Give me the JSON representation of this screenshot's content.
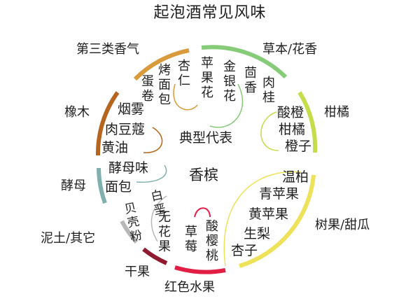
{
  "title": "起泡酒常见风味",
  "center": {
    "typical": "典型代表",
    "champagne": "香槟"
  },
  "categories": {
    "tertiary": "第三类香气",
    "herbal": "草本/花香",
    "citrus": "柑橘",
    "oak": "橡木",
    "yeast": "酵母",
    "earth": "泥土/其它",
    "dried": "干果",
    "red": "红色水果",
    "orchard": "树果/甜瓜"
  },
  "flavors": {
    "egg_roll": "蛋卷",
    "toast": "烤面包",
    "almond": "杏仁",
    "apple_blossom": "苹果花",
    "honeysuckle": "金银花",
    "fennel": "茴香",
    "cinnamon": "肉桂",
    "smoke": "烟雾",
    "nutmeg": "肉豆蔻",
    "butter": "黄油",
    "yeast": "酵母味",
    "bread": "面包",
    "chalk": "白垩",
    "shell": "贝壳粉",
    "fig": "无花果",
    "strawberry": "草莓",
    "cherry": "酸樱桃",
    "bitter_orange": "酸橙",
    "mandarin": "柑橘",
    "orange": "橙子",
    "cantaloupe": "温柏",
    "green_apple": "青苹果",
    "yellow_apple": "黄苹果",
    "pear": "生梨",
    "apricot": "杏子"
  },
  "colors": {
    "tertiary": "#d99a3c",
    "herbal": "#86cc78",
    "citrus": "#c5dd4a",
    "oak": "#b5651e",
    "yeast": "#7fb0ae",
    "earth": "#b8b8b8",
    "dried": "#8e1b2f",
    "red": "#e21e44",
    "orchard": "#eee25a"
  }
}
